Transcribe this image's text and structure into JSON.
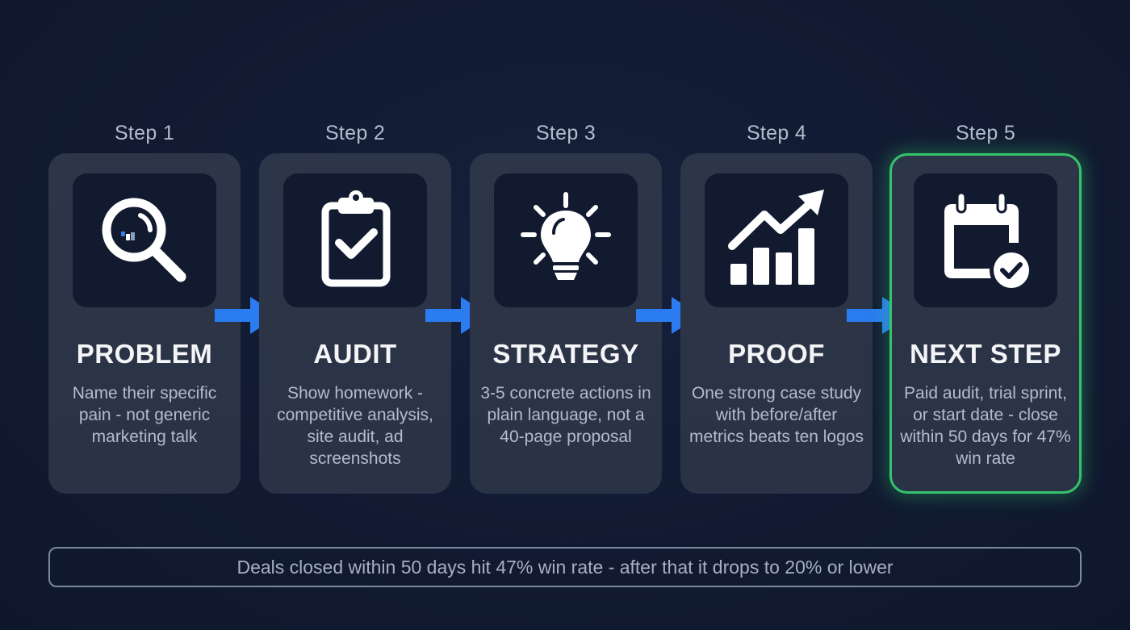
{
  "colors": {
    "background": "#111a31",
    "card": "#2d3548",
    "icon_box": "#121a30",
    "arrow": "#2a7cf0",
    "highlight_border": "#34c46a",
    "title": "#f4f5f7",
    "description": "#b4bcca",
    "step_label": "#b3bccb"
  },
  "steps": [
    {
      "step_label": "Step 1",
      "icon": "magnifying-glass-icon",
      "title": "PROBLEM",
      "description": "Name their specific pain - not generic marketing talk",
      "highlighted": false
    },
    {
      "step_label": "Step 2",
      "icon": "clipboard-check-icon",
      "title": "AUDIT",
      "description": "Show homework - competitive analysis, site audit, ad screenshots",
      "highlighted": false
    },
    {
      "step_label": "Step 3",
      "icon": "lightbulb-icon",
      "title": "STRATEGY",
      "description": "3-5 concrete actions in plain language, not a 40-page proposal",
      "highlighted": false
    },
    {
      "step_label": "Step 4",
      "icon": "growth-chart-icon",
      "title": "PROOF",
      "description": "One strong case study with before/after metrics beats ten logos",
      "highlighted": false
    },
    {
      "step_label": "Step 5",
      "icon": "calendar-check-icon",
      "title": "NEXT STEP",
      "description": "Paid audit, trial sprint, or start date - close within 50 days for 47% win rate",
      "highlighted": true
    }
  ],
  "arrows": [
    {
      "from": "Step 1",
      "to": "Step 2"
    },
    {
      "from": "Step 2",
      "to": "Step 3"
    },
    {
      "from": "Step 3",
      "to": "Step 4"
    },
    {
      "from": "Step 4",
      "to": "Step 5"
    }
  ],
  "footer": {
    "text": "Deals closed within 50 days hit 47% win rate - after that it drops to 20% or lower"
  }
}
